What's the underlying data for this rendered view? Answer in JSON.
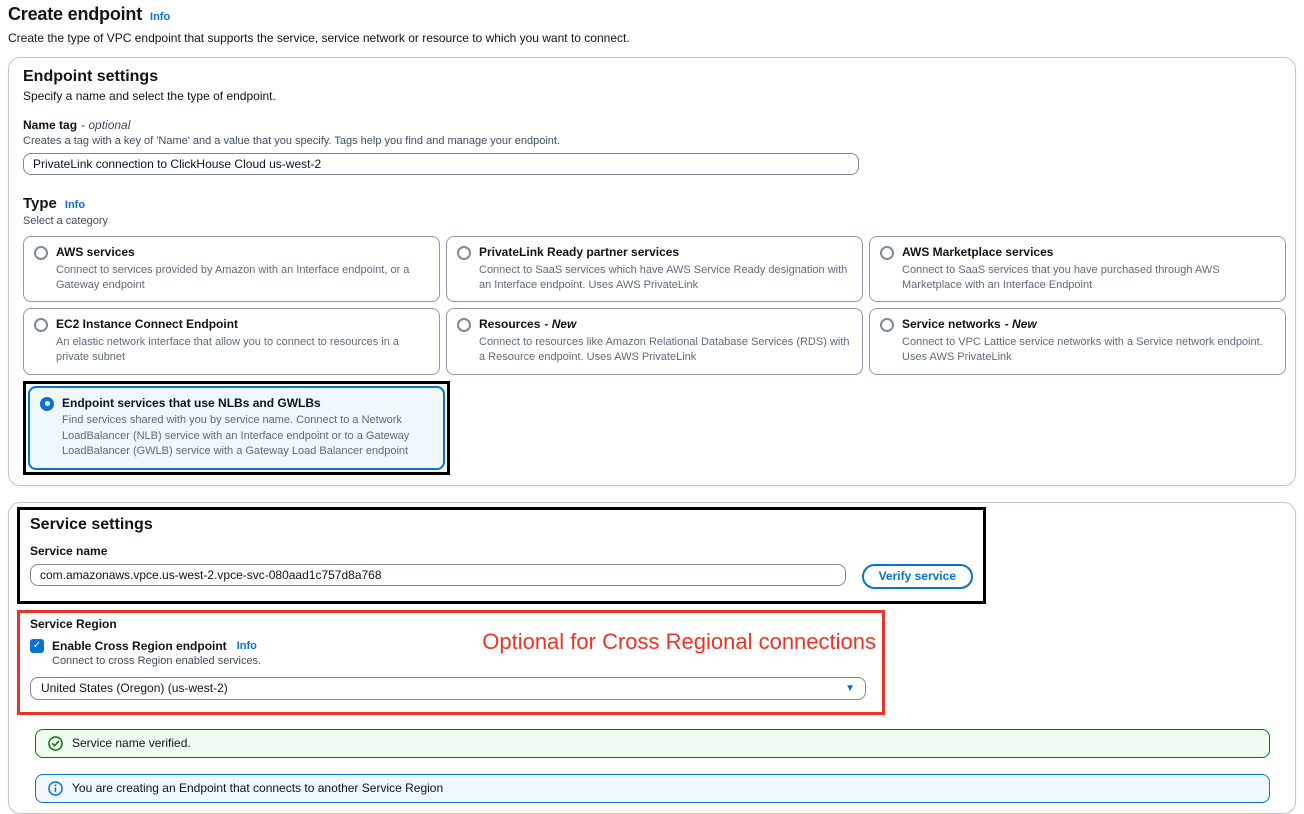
{
  "page": {
    "title": "Create endpoint",
    "title_info": "Info",
    "subtitle": "Create the type of VPC endpoint that supports the service, service network or resource to which you want to connect."
  },
  "endpoint_settings": {
    "heading": "Endpoint settings",
    "subheading": "Specify a name and select the type of endpoint.",
    "name_tag": {
      "label": "Name tag",
      "optional_suffix": "- optional",
      "description": "Creates a tag with a key of 'Name' and a value that you specify. Tags help you find and manage your endpoint.",
      "value": "PrivateLink connection to ClickHouse Cloud us-west-2"
    },
    "type": {
      "label": "Type",
      "info": "Info",
      "subheading": "Select a category",
      "options": [
        {
          "title": "AWS services",
          "description": "Connect to services provided by Amazon with an Interface endpoint, or a Gateway endpoint",
          "selected": false
        },
        {
          "title": "PrivateLink Ready partner services",
          "description": "Connect to SaaS services which have AWS Service Ready designation with an Interface endpoint. Uses AWS PrivateLink",
          "selected": false
        },
        {
          "title": "AWS Marketplace services",
          "description": "Connect to SaaS services that you have purchased through AWS Marketplace with an Interface Endpoint",
          "selected": false
        },
        {
          "title": "EC2 Instance Connect Endpoint",
          "description": "An elastic network interface that allow you to connect to resources in a private subnet",
          "selected": false
        },
        {
          "title": "Resources",
          "title_suffix": "- New",
          "description": "Connect to resources like Amazon Relational Database Services (RDS) with a Resource endpoint. Uses AWS PrivateLink",
          "selected": false
        },
        {
          "title": "Service networks",
          "title_suffix": "- New",
          "description": "Connect to VPC Lattice service networks with a Service network endpoint. Uses AWS PrivateLink",
          "selected": false
        },
        {
          "title": "Endpoint services that use NLBs and GWLBs",
          "description": "Find services shared with you by service name. Connect to a Network LoadBalancer (NLB) service with an Interface endpoint or to a Gateway LoadBalancer (GWLB) service with a Gateway Load Balancer endpoint",
          "selected": true
        }
      ]
    }
  },
  "service_settings": {
    "heading": "Service settings",
    "service_name": {
      "label": "Service name",
      "value": "com.amazonaws.vpce.us-west-2.vpce-svc-080aad1c757d8a768",
      "verify_button": "Verify service"
    },
    "service_region": {
      "label": "Service Region",
      "checkbox_label": "Enable Cross Region endpoint",
      "checkbox_checked": true,
      "info": "Info",
      "description": "Connect to cross Region enabled services.",
      "dropdown_value": "United States (Oregon) (us-west-2)",
      "checkmark_glyph": "✓",
      "caret_glyph": "▼"
    },
    "annotation_text": "Optional for Cross Regional connections",
    "alerts": {
      "success": "Service name verified.",
      "info": "You are creating an Endpoint that connects to another Service Region"
    }
  },
  "colors": {
    "link_blue": "#0972d3",
    "selected_card_bg": "#f0f7fd",
    "success_green": "#067306",
    "info_blue": "#0972d3",
    "annotation_red": "#ed3325",
    "annotation_black": "#000000"
  }
}
